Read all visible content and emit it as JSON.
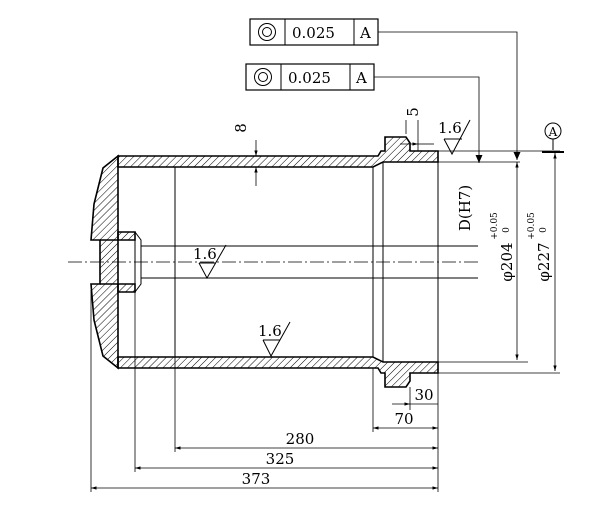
{
  "geometric_tolerances": [
    {
      "symbol": "concentricity-icon",
      "value": "0.025",
      "datum": "A"
    },
    {
      "symbol": "concentricity-icon",
      "value": "0.025",
      "datum": "A"
    }
  ],
  "datum_label": "A",
  "roughness": {
    "flange_face": "1.6",
    "bore": "1.6",
    "inner_surface": "1.6"
  },
  "dimensions": {
    "wall_thickness": "8",
    "flange_thickness": "5",
    "bore_label": "D(H7)",
    "diameter_inner": {
      "prefix": "φ",
      "value": "204",
      "upper": "+0.05",
      "lower": "0"
    },
    "diameter_outer": {
      "prefix": "φ",
      "value": "227",
      "upper": "+0.05",
      "lower": "0"
    },
    "length_30": "30",
    "length_70": "70",
    "length_280": "280",
    "length_325": "325",
    "length_373": "373"
  }
}
